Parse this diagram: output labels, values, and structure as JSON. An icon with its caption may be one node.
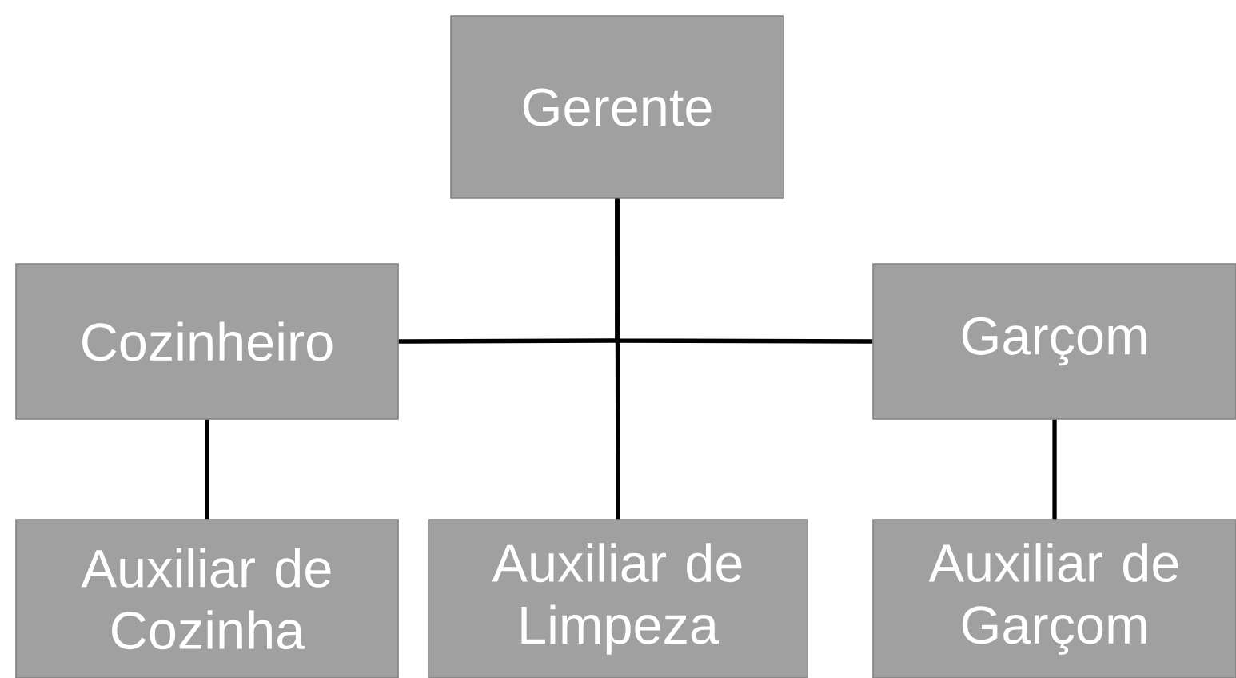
{
  "diagram": {
    "nodes": [
      {
        "text": [
          "Gerente"
        ]
      },
      {
        "text": [
          "Cozinheiro"
        ]
      },
      {
        "text": [
          "Garçom"
        ]
      },
      {
        "text": [
          "Auxiliar de Cozinha"
        ]
      },
      {
        "text": [
          "Auxiliar de Limpeza"
        ]
      },
      {
        "text": [
          "Auxiliar de Garçom"
        ]
      }
    ],
    "edges": [
      {
        "from": 0,
        "to": 1,
        "arrow": "none"
      },
      {
        "from": 0,
        "to": 2,
        "arrow": "none"
      },
      {
        "from": 0,
        "to": 4,
        "arrow": "none"
      },
      {
        "from": 1,
        "to": 3,
        "arrow": "none"
      },
      {
        "from": 2,
        "to": 5,
        "arrow": "none"
      }
    ]
  }
}
